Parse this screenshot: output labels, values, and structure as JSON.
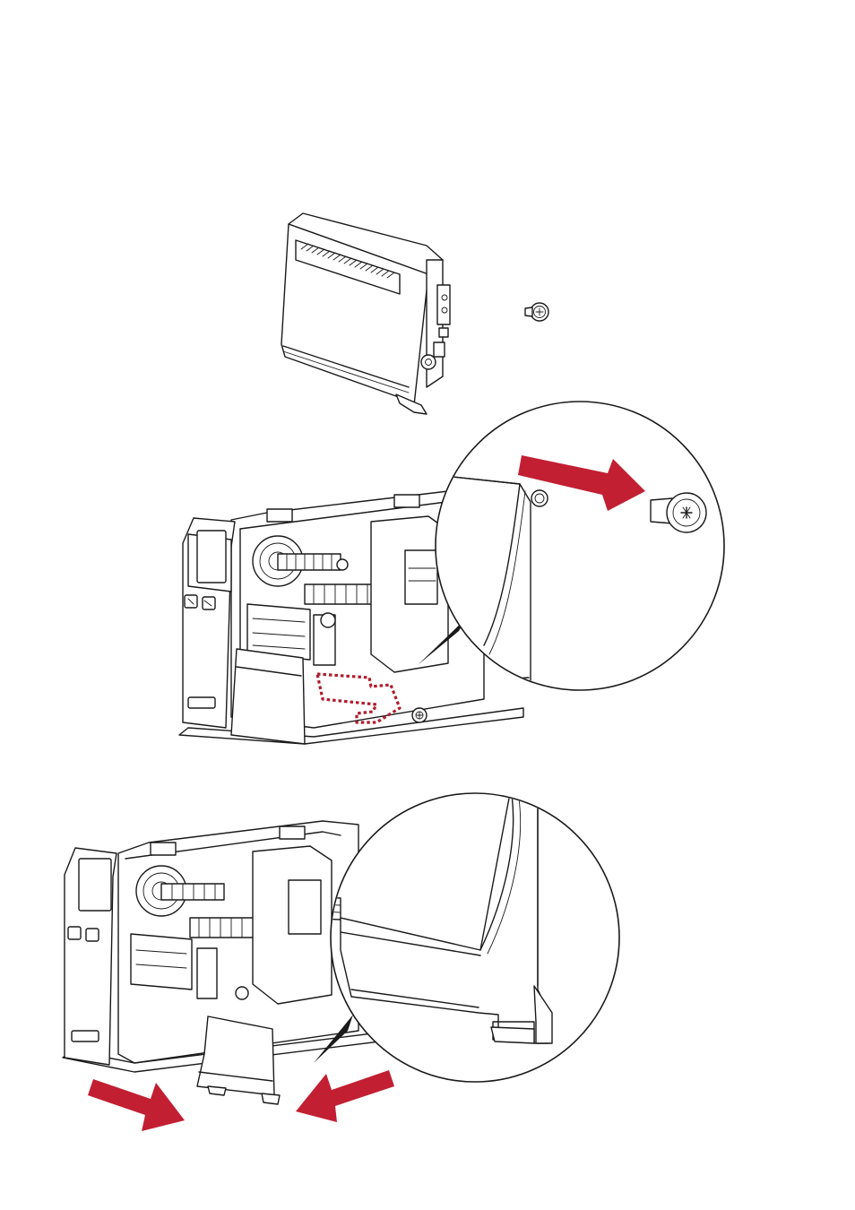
{
  "figure": {
    "steps": [
      {
        "name": "removed-cutter-module",
        "parts": [
          "cutter-cover",
          "thumb-screw"
        ]
      },
      {
        "name": "unscrew-thumb-screw",
        "callout": "zoom-of-screw-removal"
      },
      {
        "name": "pull-out-module",
        "callout": "zoom-of-module-edge"
      }
    ]
  },
  "colors": {
    "arrow": "#c21f33",
    "dashed_path": "#b01c2e",
    "line_art": "#1a1a1a",
    "background": "#ffffff"
  },
  "icons": {
    "arrow": "right-arrow-icon",
    "screw": "thumb-screw-icon"
  }
}
